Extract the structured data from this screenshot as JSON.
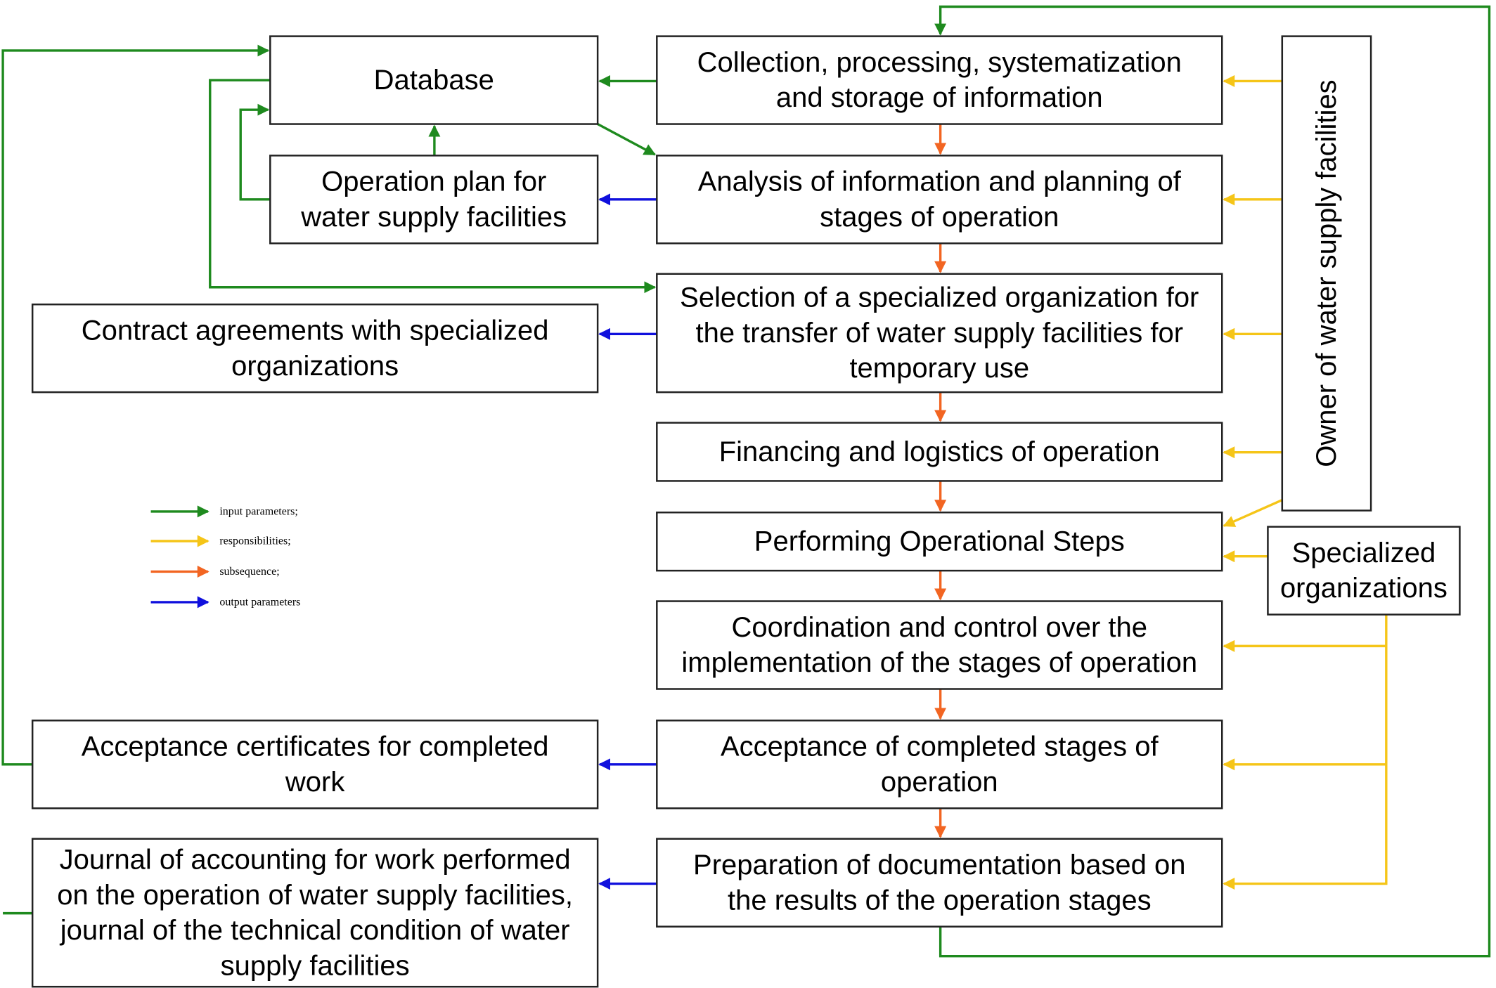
{
  "colors": {
    "input": "#1e8a1e",
    "responsibility": "#f5c518",
    "subsequence": "#f26522",
    "output": "#1010dd"
  },
  "nodes": {
    "database": [
      "Database"
    ],
    "collection": [
      "Collection, processing, systematization",
      "and storage of information"
    ],
    "operation_plan": [
      "Operation plan for",
      "water supply facilities"
    ],
    "analysis": [
      "Analysis of information and planning of",
      "stages of operation"
    ],
    "selection": [
      "Selection of a specialized organization for",
      "the transfer of water supply facilities for",
      "temporary use"
    ],
    "contracts": [
      "Contract agreements with specialized",
      "organizations"
    ],
    "financing": [
      "Financing and logistics of operation"
    ],
    "performing": [
      "Performing Operational Steps"
    ],
    "coordination": [
      "Coordination and control over the",
      "implementation of the stages of operation"
    ],
    "acceptance_certificates": [
      "Acceptance certificates for completed",
      "work"
    ],
    "acceptance_stages": [
      "Acceptance of completed stages of",
      "operation"
    ],
    "journal": [
      "Journal of accounting for work performed",
      "on the operation of water supply facilities,",
      "journal of the technical condition of water",
      "supply facilities"
    ],
    "preparation": [
      "Preparation of documentation based on",
      "the results of the operation stages"
    ],
    "owner": [
      "Owner of water supply facilities"
    ],
    "specialized_orgs": [
      "Specialized",
      "organizations"
    ]
  },
  "legend": [
    {
      "kind": "input",
      "label": "input parameters;"
    },
    {
      "kind": "responsibility",
      "label": "responsibilities;"
    },
    {
      "kind": "subsequence",
      "label": "subsequence;"
    },
    {
      "kind": "output",
      "label": "output parameters"
    }
  ]
}
